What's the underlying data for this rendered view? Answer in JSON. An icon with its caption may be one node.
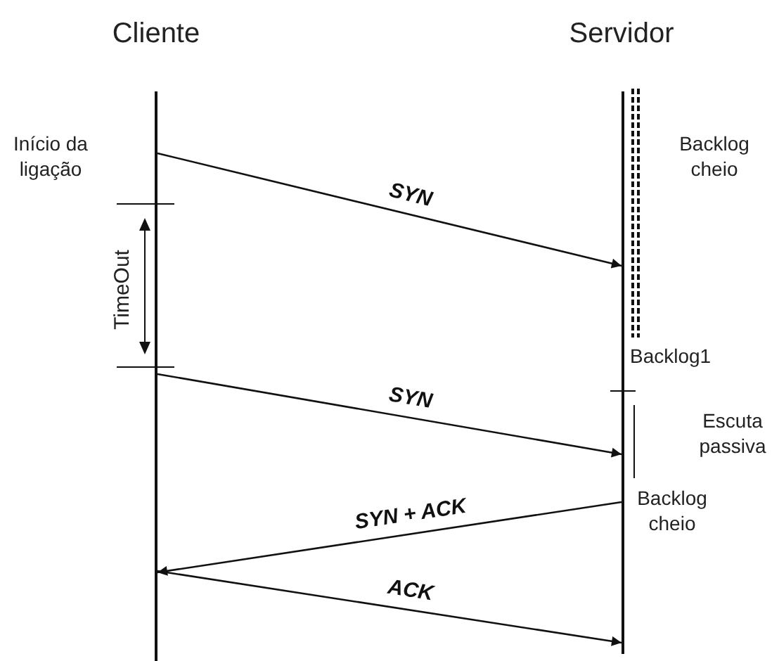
{
  "diagram": {
    "nodes": [
      {
        "text": [],
        "shape": "bar"
      },
      {
        "text": [],
        "shape": "bar"
      }
    ],
    "edges": [
      {
        "from": 0,
        "to": 1,
        "arrow": "to",
        "label": "SYN"
      },
      {
        "from": 0,
        "to": 1,
        "arrow": "to",
        "label": "SYN"
      },
      {
        "from": 1,
        "to": 0,
        "arrow": "to",
        "label": "SYN + ACK"
      },
      {
        "from": 0,
        "to": 1,
        "arrow": "to",
        "label": "ACK"
      }
    ],
    "labels": [
      "Cliente",
      "Servidor",
      "Início da ligação",
      "Backlog cheio",
      "TimeOut",
      "Backlog1",
      "Escuta passiva",
      "Backlog cheio"
    ]
  }
}
